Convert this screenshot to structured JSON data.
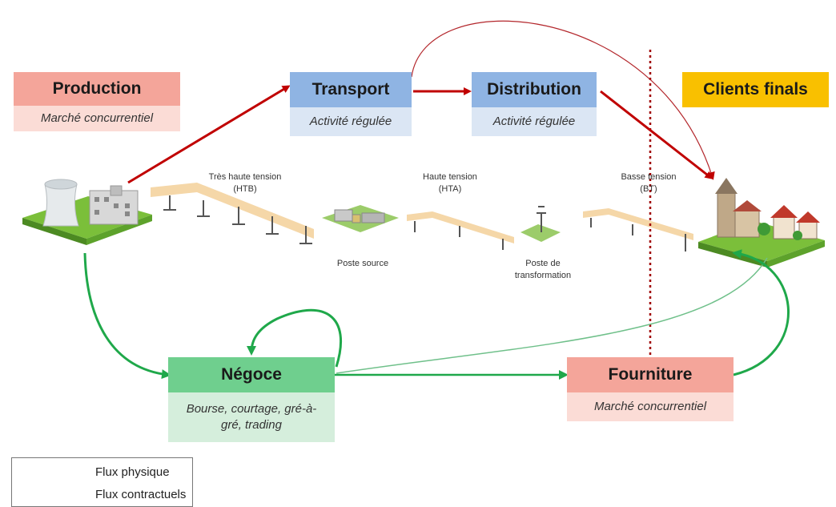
{
  "boxes": {
    "production": {
      "title": "Production",
      "subtitle": "Marché concurrentiel",
      "head_color": "#f4a59a",
      "sub_color": "#fbdcd6"
    },
    "transport": {
      "title": "Transport",
      "subtitle": "Activité régulée",
      "head_color": "#8fb4e3",
      "sub_color": "#dbe6f4"
    },
    "distribution": {
      "title": "Distribution",
      "subtitle": "Activité régulée",
      "head_color": "#8fb4e3",
      "sub_color": "#dbe6f4"
    },
    "clients": {
      "title": "Clients finals",
      "head_color": "#f9c000"
    },
    "negoce": {
      "title": "Négoce",
      "subtitle": "Bourse, courtage, gré-à-gré, trading",
      "head_color": "#6fcf8e",
      "sub_color": "#d5eedc"
    },
    "fourniture": {
      "title": "Fourniture",
      "subtitle": "Marché concurrentiel",
      "head_color": "#f4a59a",
      "sub_color": "#fbdcd6"
    }
  },
  "network_labels": {
    "htb": "Très haute tension\n(HTB)",
    "hta": "Haute tension\n(HTA)",
    "bt": "Basse tension\n(BT)",
    "poste_source": "Poste source",
    "poste_transformation": "Poste de\ntransformation"
  },
  "legend": {
    "physique": "Flux physique",
    "contractuels": "Flux contractuels"
  },
  "colors": {
    "physical_flow": "#c00000",
    "contract_flow": "#1fa84a",
    "divider": "#a00000"
  }
}
